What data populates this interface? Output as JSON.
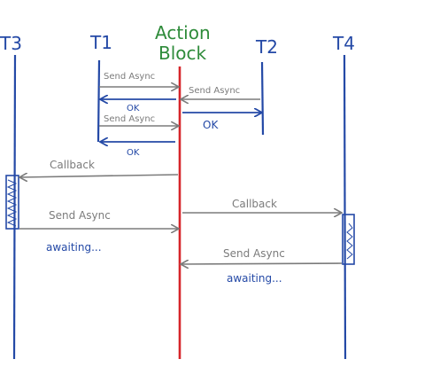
{
  "colors": {
    "blue": "#2449a6",
    "green": "#2e8b3a",
    "red": "#d6252a",
    "gray": "#7b7b7b"
  },
  "lanes": {
    "t3": "T3",
    "t1": "T1",
    "action_line1": "Action",
    "action_line2": "Block",
    "t2": "T2",
    "t4": "T4"
  },
  "messages": {
    "send_async_1": "Send Async",
    "send_async_2": "Send Async",
    "send_async_3": "Send Async",
    "send_async_4": "Send Async",
    "send_async_5": "Send Async",
    "ok_1": "OK",
    "ok_2": "OK",
    "ok_3": "OK",
    "callback_1": "Callback",
    "callback_2": "Callback",
    "awaiting_1": "awaiting...",
    "awaiting_2": "awaiting..."
  }
}
